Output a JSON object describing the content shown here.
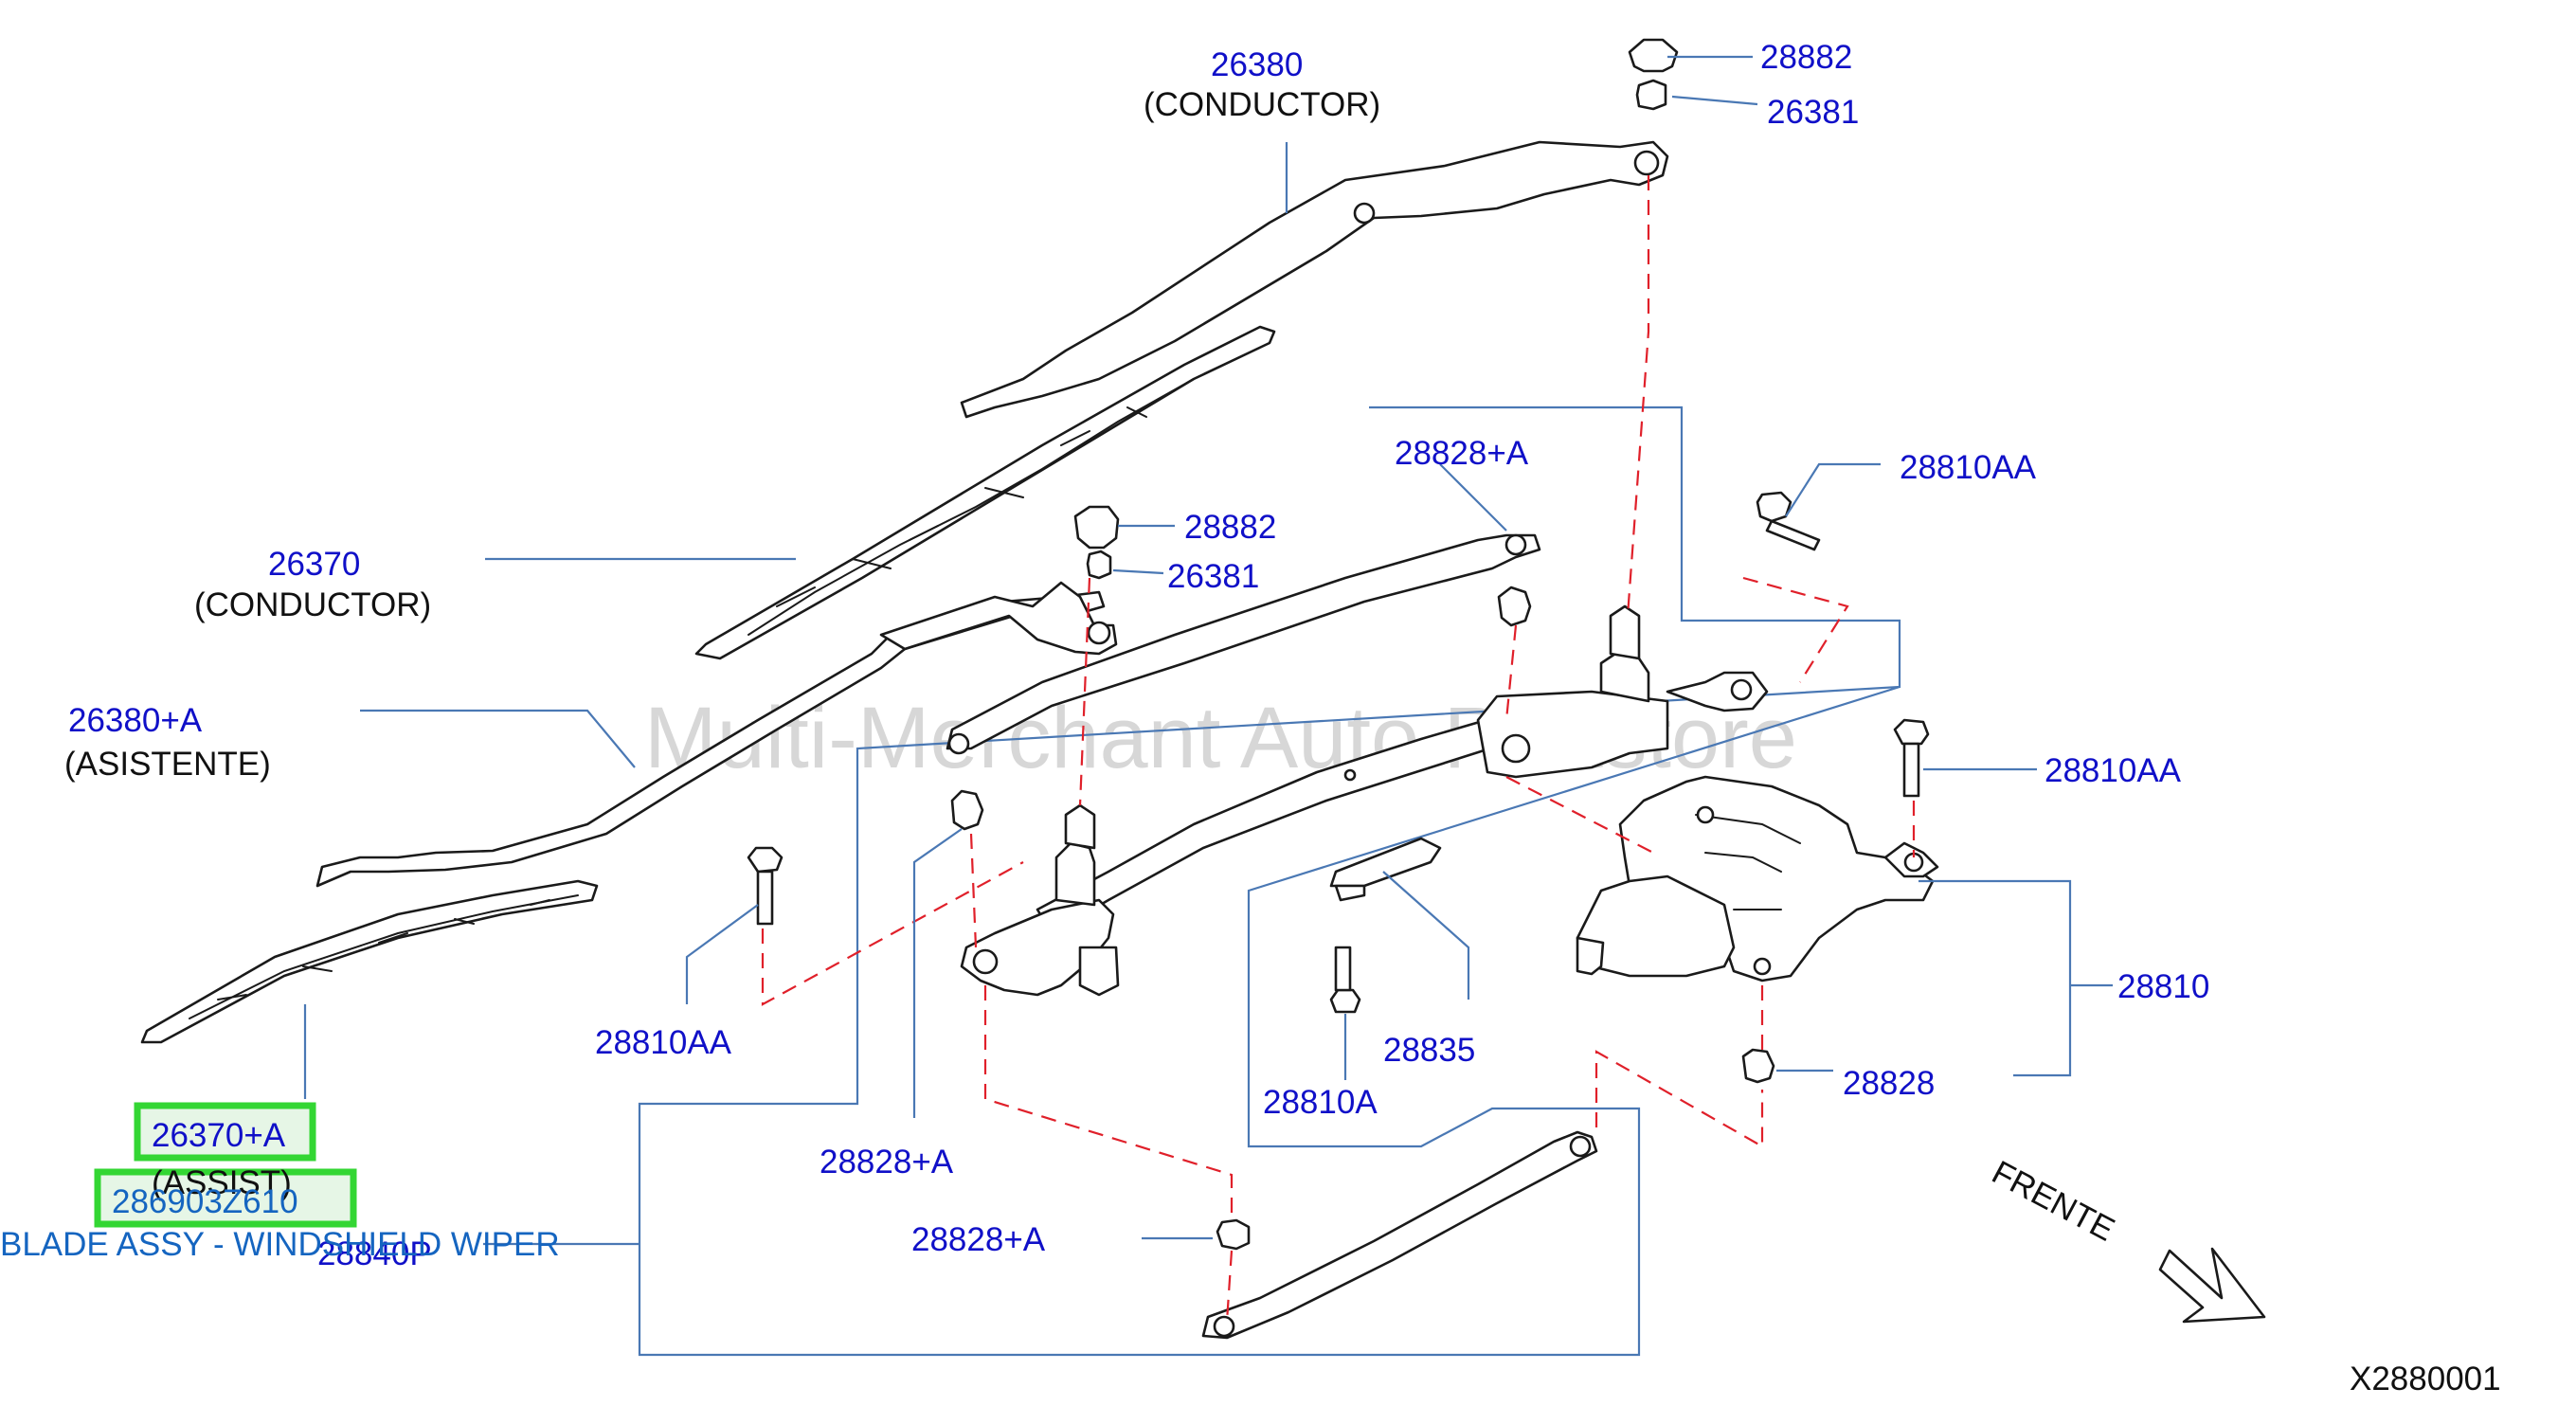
{
  "watermark": "Multi-Merchant Auto Partstore",
  "diagram_code": "X2880001",
  "direction_label": "FRENTE",
  "labels": {
    "p26380": "26380",
    "p26380_sub": "(CONDUCTOR)",
    "p28882_top": "28882",
    "p26381_top": "26381",
    "p26370": "26370",
    "p26370_sub": "(CONDUCTOR)",
    "p28882_mid": "28882",
    "p26381_mid": "26381",
    "p26380A": "26380+A",
    "p26380A_sub": "(ASISTENTE)",
    "p28828A_top": "28828+A",
    "p28810AA_tr": "28810AA",
    "p28810AA_r": "28810AA",
    "p28810": "28810",
    "p28828_r": "28828",
    "p28835": "28835",
    "p28810A": "28810A",
    "p28810AA_l": "28810AA",
    "p28828A_mid": "28828+A",
    "p28828A_low": "28828+A",
    "p26370A": "26370+A",
    "p26370A_sub": "(ASSIST)",
    "p28840P": "28840P"
  },
  "highlight": {
    "part_number": "286903Z610",
    "description": "BLADE ASSY - WINDSHIELD WIPER"
  }
}
